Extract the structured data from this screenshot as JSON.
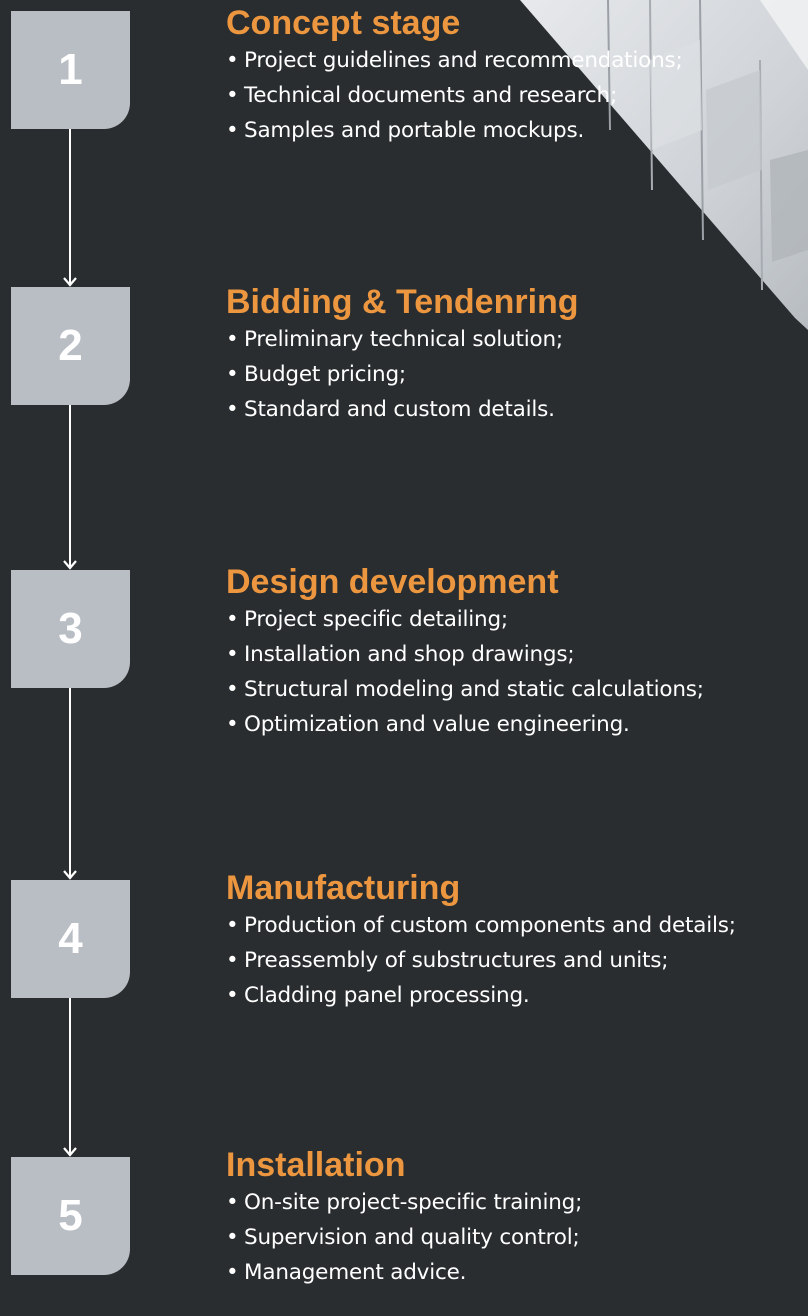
{
  "stages": [
    {
      "number": "1",
      "title": "Concept stage",
      "items": [
        "Project guidelines and recommendations;",
        "Technical documents and research;",
        "Samples and portable mockups."
      ]
    },
    {
      "number": "2",
      "title": "Bidding & Tendenring",
      "items": [
        "Preliminary technical solution;",
        "Budget pricing;",
        "Standard and custom details."
      ]
    },
    {
      "number": "3",
      "title": "Design development",
      "items": [
        "Project specific detailing;",
        "Installation and shop drawings;",
        "Structural modeling and static calculations;",
        "Optimization and value engineering."
      ]
    },
    {
      "number": "4",
      "title": "Manufacturing",
      "items": [
        "Production of custom components and details;",
        "Preassembly of substructures and units;",
        "Cladding panel processing."
      ]
    },
    {
      "number": "5",
      "title": "Installation",
      "items": [
        "On-site project-specific training;",
        "Supervision and quality control;",
        "Management advice."
      ]
    }
  ],
  "bullet": "•",
  "colors": {
    "background": "#292d2f",
    "box": "#b9bdc4",
    "title": "#ec9640",
    "text": "#ffffff"
  }
}
